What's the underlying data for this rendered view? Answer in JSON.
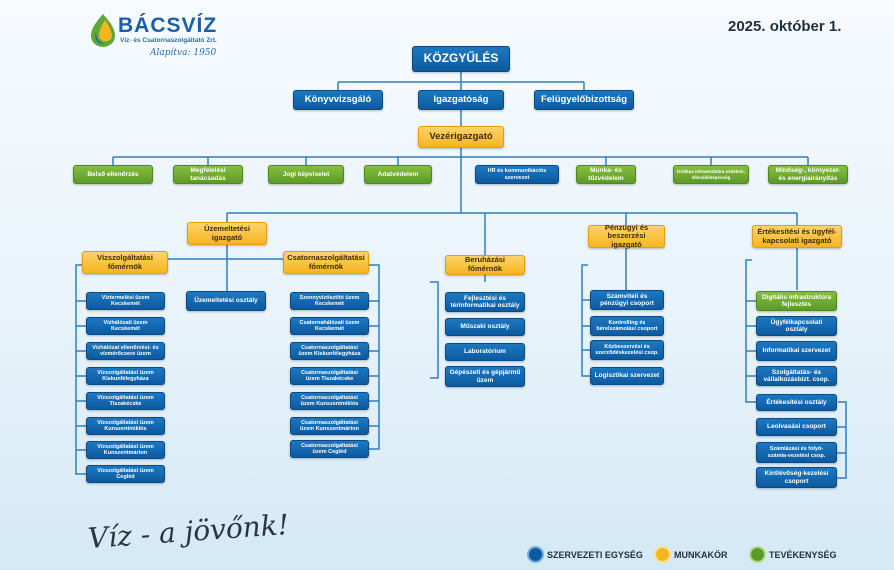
{
  "date": "2025. október 1.",
  "logo": {
    "name": "BÁCSVÍZ",
    "subtitle": "Víz- és Csatornaszolgáltató Zrt.",
    "founded": "Alapítva: 1950"
  },
  "slogan": "Víz - a jövőnk!",
  "top": {
    "assembly": "KÖZGYŰLÉS",
    "auditor": "Könyvvizsgáló",
    "board": "Igazgatóság",
    "supervisory": "Felügyelőbizottság",
    "ceo": "Vezérigazgató"
  },
  "staff": [
    "Belső ellenőrzés",
    "Megfelelési tanácsadás",
    "Jogi képviselet",
    "Adatvédelem",
    "HR és kommunikációs szervezet",
    "Munka- és tűzvédelem",
    "Kritikus infrastruktúra védelem, ellenállóképesség",
    "Minőség-, környezet- és energiairányítás"
  ],
  "directors": {
    "operations": "Üzemeltetési igazgató",
    "finance": "Pénzügyi és beszerzési igazgató",
    "sales": "Értékesítési és ügyfél-kapcsolati igazgató"
  },
  "engineers": {
    "water": "Vízszolgáltatási főmérnök",
    "sewer": "Csatornaszolgáltatási főmérnök",
    "investment": "Beruházási főmérnök"
  },
  "operations_dept": "Üzemeltetési osztály",
  "water_units": [
    "Víztermelési üzem Kecskemét",
    "Vízhálózati üzem Kecskemét",
    "Vízhálózat ellenőrzési- és vízmérőcsere üzem",
    "Vízszolgáltatási üzem Kiskunfélegyháza",
    "Vízszolgáltatási üzem Tiszakécske",
    "Vízszolgáltatási üzem Kunszentmiklós",
    "Vízszolgáltatási üzem Kunszentmárton",
    "Vízszolgáltatási üzem Cegléd"
  ],
  "sewer_units": [
    "Szennyvíztisztító üzem Kecskemét",
    "Csatornahálózati üzem Kecskemét",
    "Csatornaszolgáltatási üzem Kiskunfélegyháza",
    "Csatornaszolgáltatási üzem Tiszakécske",
    "Csatornaszolgáltatási üzem Kunszentmiklós",
    "Csatornaszolgáltatási üzem Kunszentmárton",
    "Csatornaszolgáltatási üzem Cegléd"
  ],
  "investment_units": [
    "Fejlesztési és térinformatikai osztály",
    "Műszaki osztály",
    "Laboratórium",
    "Gépészeti és gépjármű üzem"
  ],
  "finance_units": [
    "Számviteli és pénzügyi csoport",
    "Kontrolling és bérelszámolási csoport",
    "Közbeszerzési és szerződéskezelési csop.",
    "Logisztikai szervezet"
  ],
  "sales_units": [
    "Digitális infrastruktúra fejlesztés",
    "Ügyfélkapcsolati osztály",
    "Informatikai szervezet",
    "Szolgáltatás- és vállalkozásbizt. csop."
  ],
  "sales_subunits": [
    "Értékesítési osztály",
    "Leolvasási csoport",
    "Számlázási és folyó-számla-vezetési csop.",
    "Kintlévőség-kezelési csoport"
  ],
  "legend": [
    {
      "label": "SZERVEZETI EGYSÉG",
      "color": "#0d5aa0"
    },
    {
      "label": "MUNKAKÖR",
      "color": "#f5b51f"
    },
    {
      "label": "TEVÉKENYSÉG",
      "color": "#5c9a27"
    }
  ]
}
